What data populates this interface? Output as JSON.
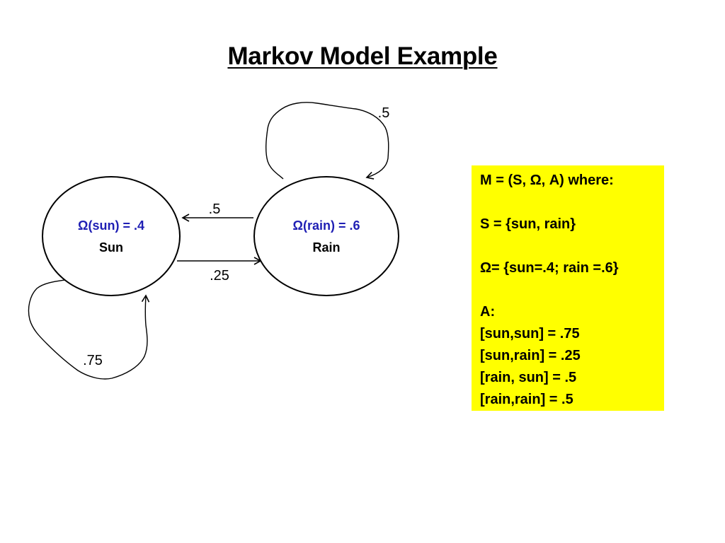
{
  "slide": {
    "title": "Markov Model Example"
  },
  "colors": {
    "probability_text": "#1f1fb4",
    "state_text": "#000000",
    "definition_box": "#ffff00"
  },
  "states": [
    {
      "name": "Sun",
      "initial_prob_label": "Ω(sun) = .4"
    },
    {
      "name": "Rain",
      "initial_prob_label": "Ω(rain) = .6"
    }
  ],
  "transitions": [
    {
      "from": "sun",
      "to": "sun",
      "label": ".75"
    },
    {
      "from": "sun",
      "to": "rain",
      "label": ".25"
    },
    {
      "from": "rain",
      "to": "sun",
      "label": ".5"
    },
    {
      "from": "rain",
      "to": "rain",
      "label": ".5"
    }
  ],
  "definition_box": {
    "lines": [
      "M = (S, Ω, A) where:",
      "",
      "S = {sun, rain}",
      "",
      "Ω= {sun=.4; rain =.6}",
      "",
      "A:",
      "[sun,sun] = .75",
      "[sun,rain] = .25",
      "[rain, sun] = .5",
      "[rain,rain] = .5"
    ]
  }
}
